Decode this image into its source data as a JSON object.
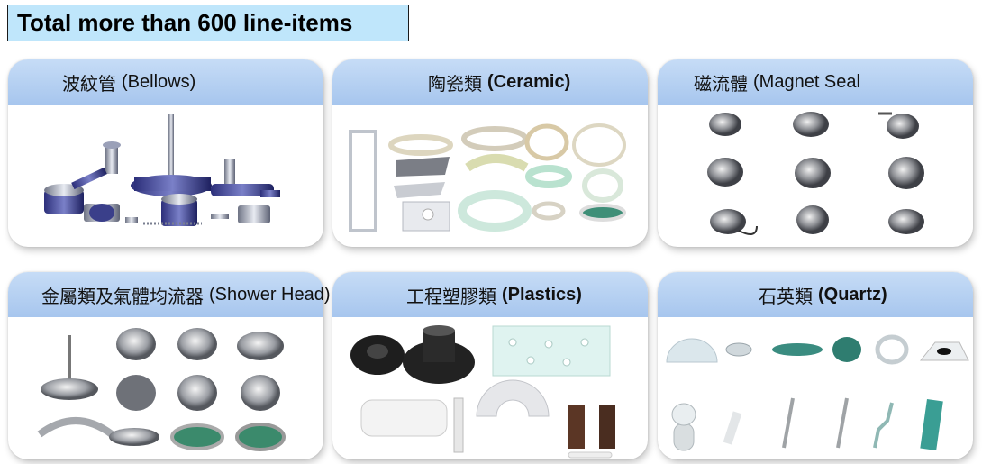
{
  "banner": {
    "text": "Total more than 600 line-items"
  },
  "cards": [
    {
      "zh": "波紋管",
      "en": "(Bellows)"
    },
    {
      "zh": "陶瓷類",
      "en": "(Ceramic)"
    },
    {
      "zh": "磁流體",
      "en": "(Magnet Seal"
    },
    {
      "zh": "金屬類及氣體均流器",
      "en": "(Shower Head)"
    },
    {
      "zh": "工程塑膠類",
      "en": "(Plastics)"
    },
    {
      "zh": "石英類",
      "en": "(Quartz)"
    }
  ],
  "colors": {
    "banner_bg": "#bfe6fb",
    "header_top": "#c6dcf6",
    "header_bottom": "#a7c6ee"
  }
}
